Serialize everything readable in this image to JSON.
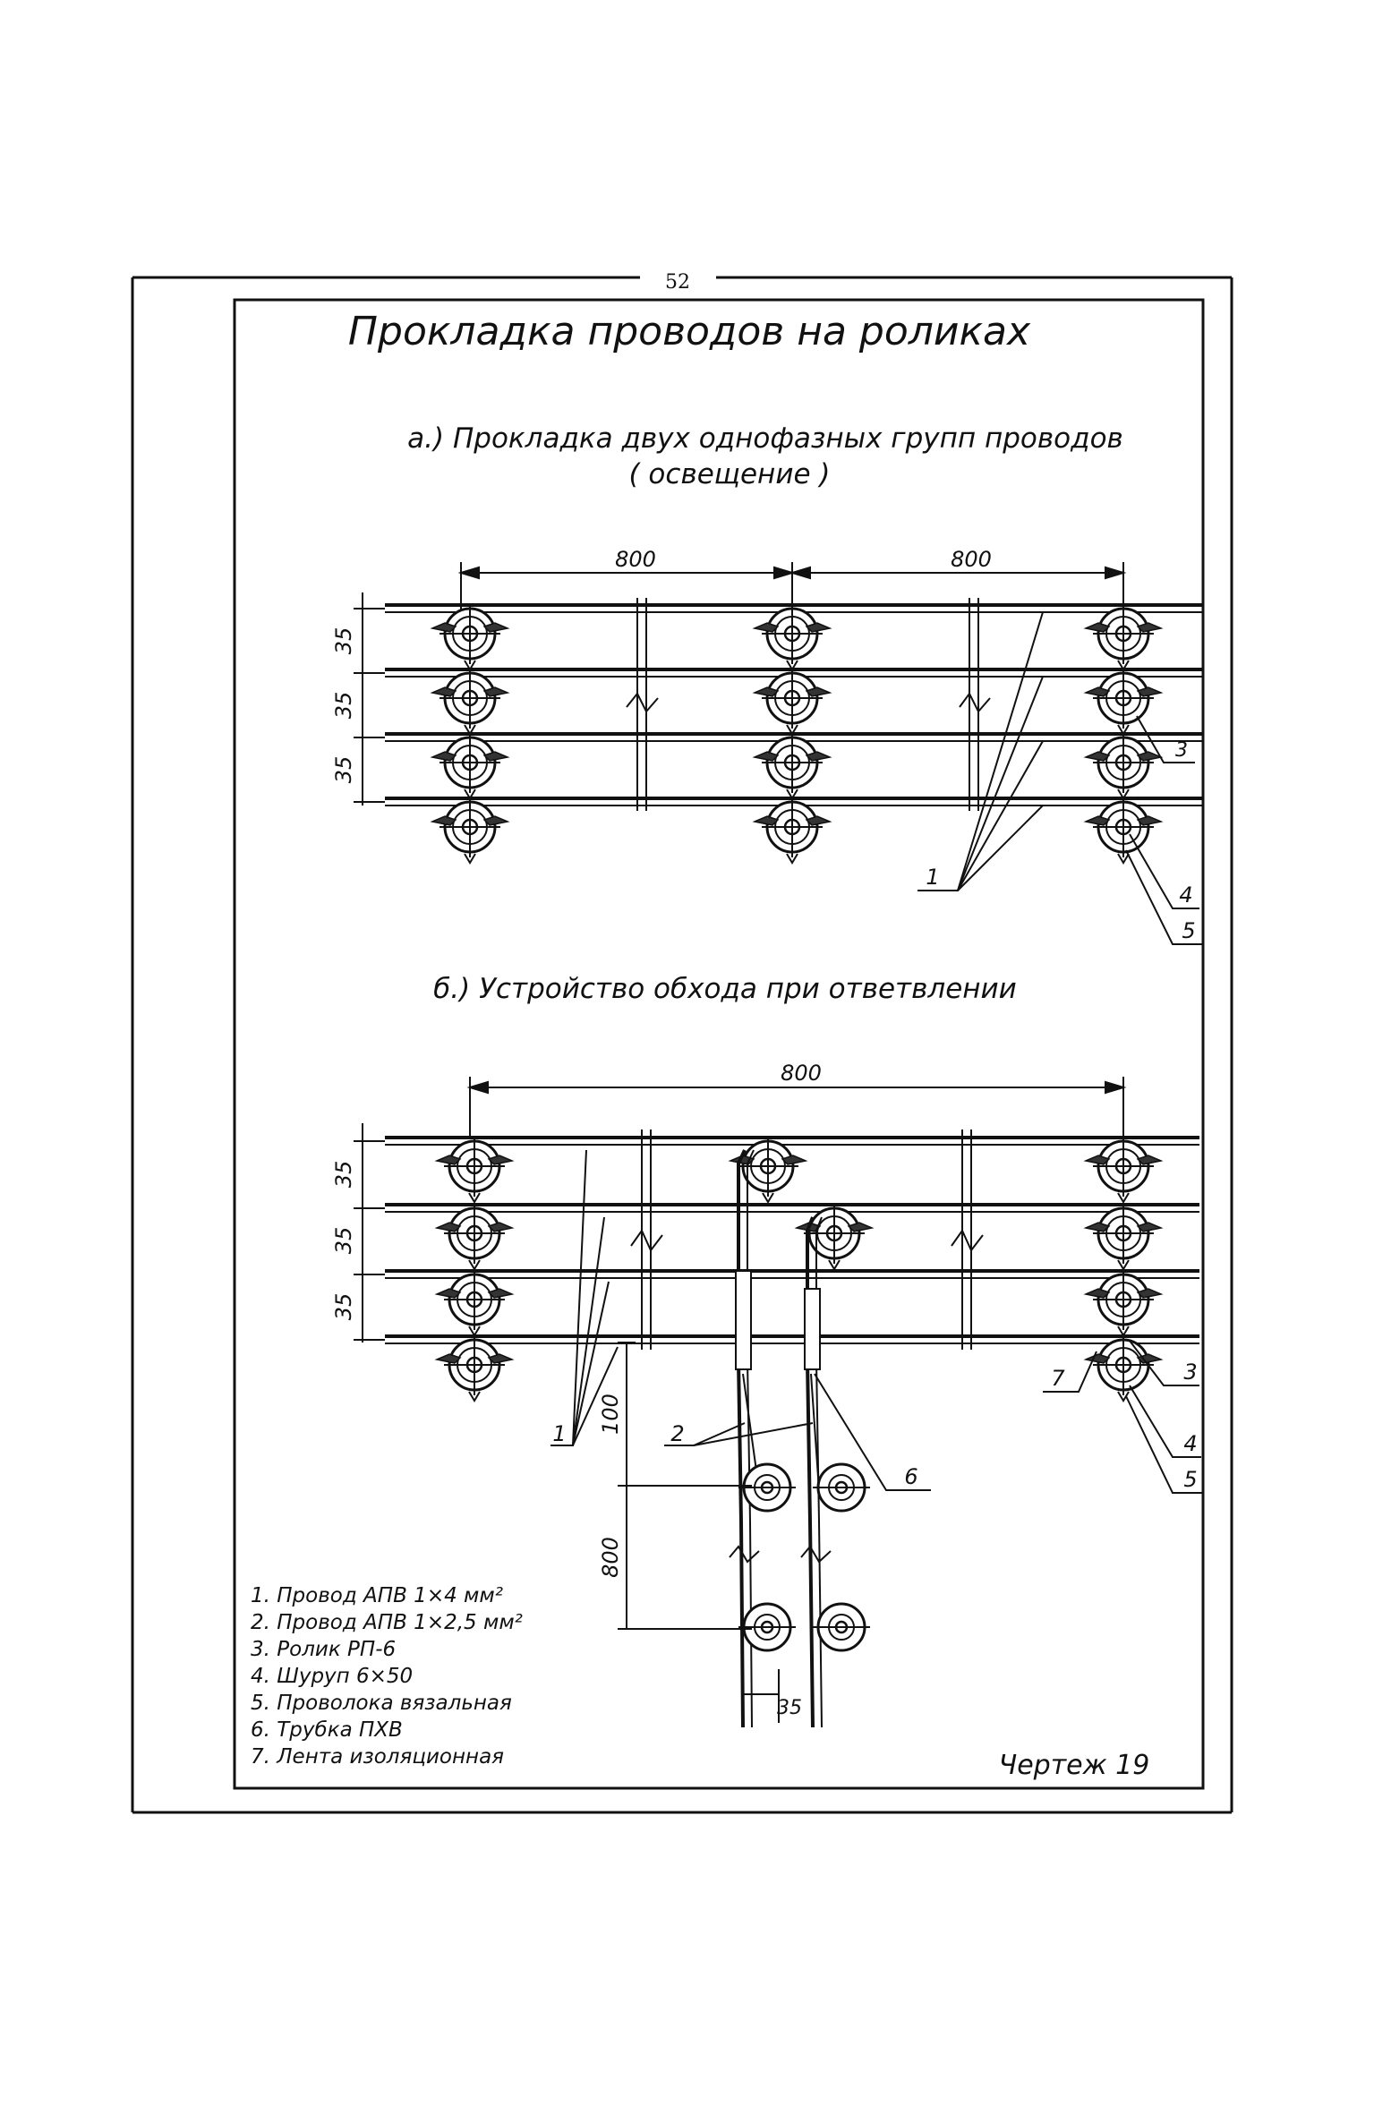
{
  "page_number": "52",
  "title": "Прокладка проводов на роликах",
  "section_a": {
    "title_line1": "а.) Прокладка двух однофазных групп проводов",
    "title_line2": "( освещение )",
    "dim_span_1": "800",
    "dim_span_2": "800",
    "dim_spacing_1": "35",
    "dim_spacing_2": "35",
    "dim_spacing_3": "35",
    "callouts": [
      "1",
      "3",
      "4",
      "5"
    ]
  },
  "section_b": {
    "title": "б.) Устройство обхода при ответвлении",
    "dim_span": "800",
    "dim_spacing_1": "35",
    "dim_spacing_2": "35",
    "dim_spacing_3": "35",
    "dim_vertical_1": "100",
    "dim_vertical_2": "800",
    "dim_branch_width": "35",
    "callouts": [
      "1",
      "2",
      "3",
      "4",
      "5",
      "6",
      "7"
    ]
  },
  "legend": [
    "1. Провод  АПВ  1×4 мм²",
    "2. Провод  АПВ  1×2,5 мм²",
    "3. Ролик     РП-6",
    "4. Шуруп    6×50",
    "5. Проволока  вязальная",
    "6. Трубка    ПХВ",
    "7. Лента   изоляционная"
  ],
  "drawing_label": "Чертеж 19"
}
